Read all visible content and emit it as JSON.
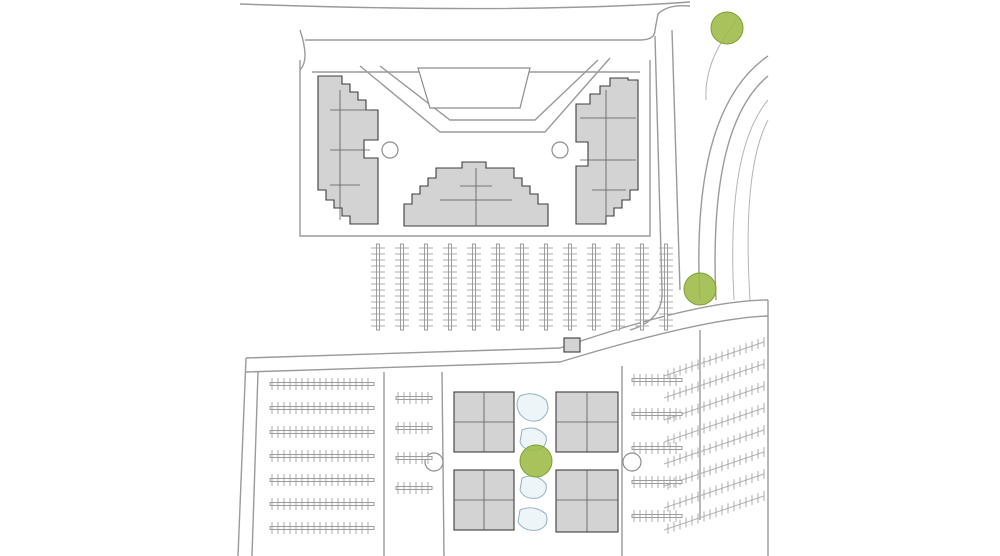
{
  "site_plan": {
    "colors": {
      "background": "#ffffff",
      "road": "#9a9a9a",
      "building_fill": "#d3d3d3",
      "building_outline": "#3c3c3c",
      "water": "#eef5f8",
      "tree": "#9dbb45"
    },
    "features": {
      "tree_markers": 3,
      "north_building_groups": 3,
      "south_buildings": 4
    }
  }
}
